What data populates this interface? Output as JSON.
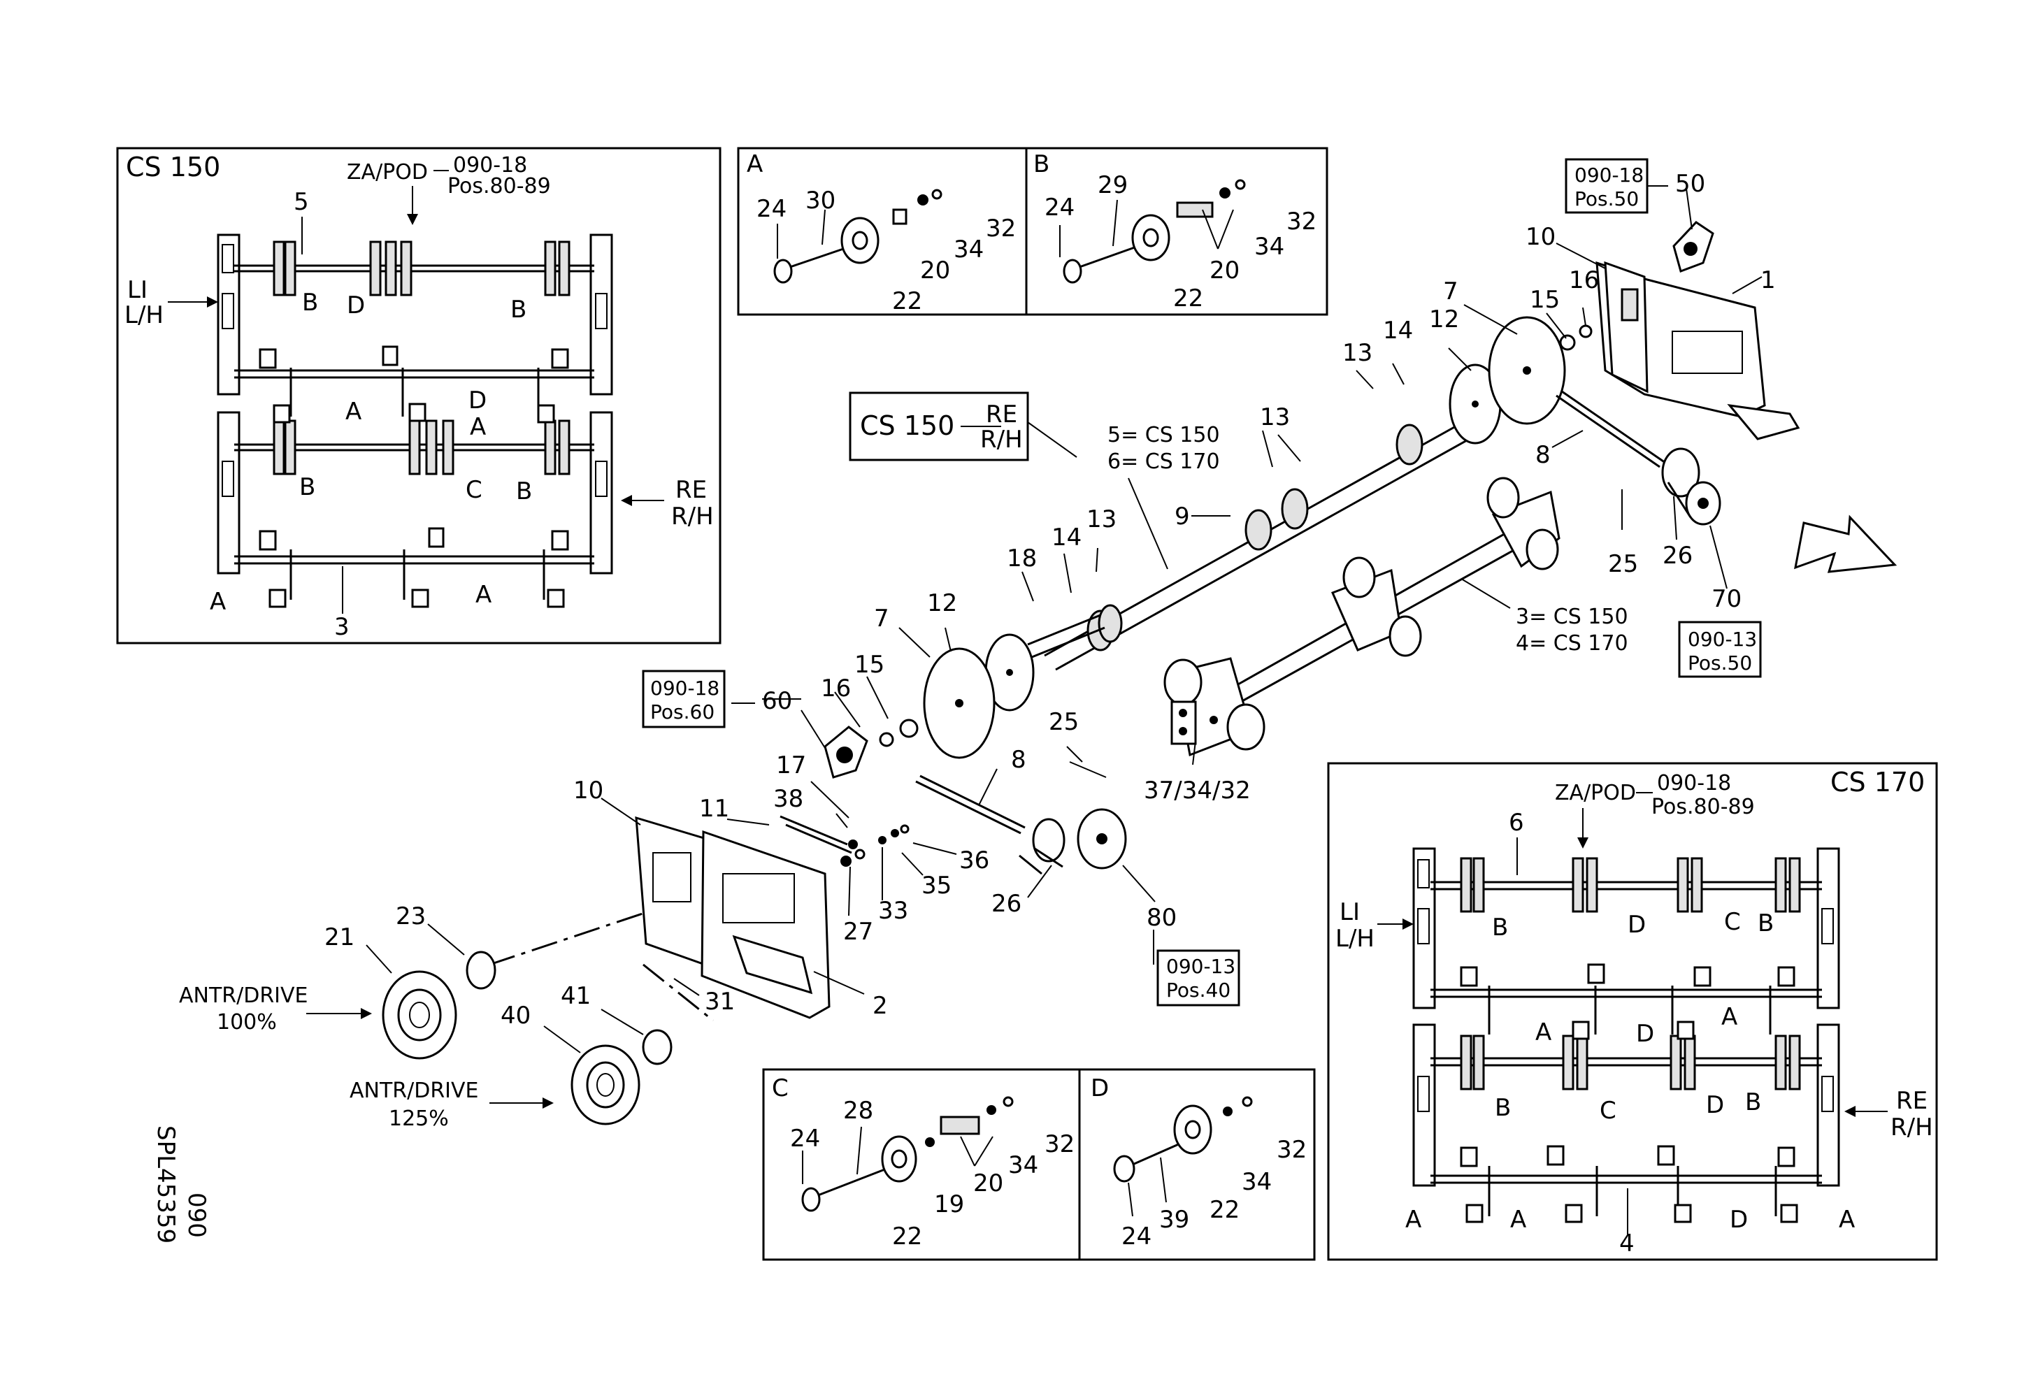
{
  "panels": {
    "cs150": {
      "title": "CS 150",
      "za_pod": "ZA/POD",
      "ref": "090-18",
      "pos": "Pos.80-89",
      "shaft_top": "5",
      "shaft_bottom": "3",
      "left_label_1": "LI",
      "left_label_2": "L/H",
      "right_label_1": "RE",
      "right_label_2": "R/H",
      "letters": [
        "B",
        "D",
        "B",
        "A",
        "D",
        "A",
        "B",
        "C",
        "B",
        "A",
        "A"
      ]
    },
    "cs170": {
      "title": "CS 170",
      "za_pod": "ZA/POD",
      "ref": "090-18",
      "pos": "Pos.80-89",
      "shaft_top": "6",
      "shaft_bottom": "4",
      "left_label_1": "LI",
      "left_label_2": "L/H",
      "right_label_1": "RE",
      "right_label_2": "R/H",
      "letters": [
        "B",
        "D",
        "C",
        "B",
        "A",
        "D",
        "A",
        "B",
        "C",
        "D",
        "B",
        "A",
        "A",
        "D",
        "A"
      ]
    },
    "detailA": {
      "title": "A",
      "nums": [
        "24",
        "30",
        "22",
        "20",
        "34",
        "32"
      ]
    },
    "detailB": {
      "title": "B",
      "nums": [
        "24",
        "29",
        "22",
        "20",
        "34",
        "32"
      ]
    },
    "detailC": {
      "title": "C",
      "nums": [
        "24",
        "28",
        "22",
        "19",
        "20",
        "34",
        "32"
      ]
    },
    "detailD": {
      "title": "D",
      "nums": [
        "24",
        "39",
        "22",
        "34",
        "32"
      ]
    }
  },
  "refboxes": {
    "top_right": {
      "ref": "090-18",
      "pos": "Pos.50"
    },
    "right_70": {
      "ref": "090-13",
      "pos": "Pos.50"
    },
    "left_60": {
      "ref": "090-18",
      "pos": "Pos.60"
    },
    "bottom_80": {
      "ref": "090-13",
      "pos": "Pos.40"
    }
  },
  "callout_box": {
    "model": "CS 150",
    "re": "RE",
    "rh": "R/H"
  },
  "shaft_legend": {
    "top_1": "5= CS 150",
    "top_2": "6= CS 170",
    "bottom_1": "3= CS 150",
    "bottom_2": "4= CS 170"
  },
  "drive_labels": {
    "d100_1": "ANTR/DRIVE",
    "d100_2": "100%",
    "d125_1": "ANTR/DRIVE",
    "d125_2": "125%"
  },
  "part_numbers": {
    "n1": "1",
    "n50": "50",
    "n10a": "10",
    "n7a": "7",
    "n15a": "15",
    "n16a": "16",
    "n12a": "12",
    "n14a": "14",
    "n13a": "13",
    "n13b": "13",
    "n9": "9",
    "n8a": "8",
    "n25a": "25",
    "n26a": "26",
    "n70": "70",
    "n18": "18",
    "n14b": "14",
    "n13c": "13",
    "n12b": "12",
    "n7b": "7",
    "n15b": "15",
    "n16b": "16",
    "n60": "60",
    "n17": "17",
    "n38": "38",
    "n11": "11",
    "n10b": "10",
    "n8b": "8",
    "n25b": "25",
    "n3734": "37/34/32",
    "n36": "36",
    "n35": "35",
    "n33": "33",
    "n27": "27",
    "n26b": "26",
    "n80": "80",
    "n2": "2",
    "n31": "31",
    "n21": "21",
    "n23": "23",
    "n40": "40",
    "n41": "41"
  },
  "side_code": {
    "line1": "SPL45359",
    "line2": "090"
  }
}
